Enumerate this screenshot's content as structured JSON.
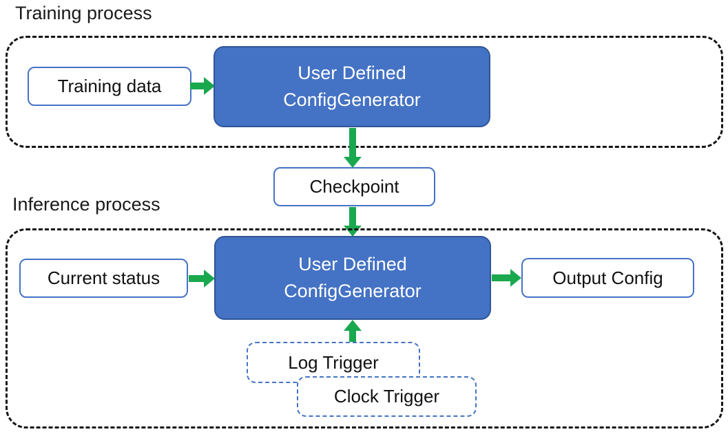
{
  "training": {
    "title": "Training process",
    "training_data_label": "Training data",
    "generator": {
      "line1": "User Defined",
      "line2": "ConfigGenerator"
    }
  },
  "checkpoint": {
    "label": "Checkpoint"
  },
  "inference": {
    "title": "Inference process",
    "current_status_label": "Current status",
    "generator": {
      "line1": "User Defined",
      "line2": "ConfigGenerator"
    },
    "output_label": "Output Config",
    "log_trigger_label": "Log Trigger",
    "clock_trigger_label": "Clock Trigger"
  },
  "colors": {
    "generator_fill": "#4472C4",
    "generator_border": "#2F5597",
    "io_box_border": "#4472C4",
    "trigger_box_border": "#4472C4",
    "arrow_green": "#1AA84F",
    "container_dash": "#141414",
    "text_dark": "#111111",
    "text_on_blue": "#ffffff"
  }
}
